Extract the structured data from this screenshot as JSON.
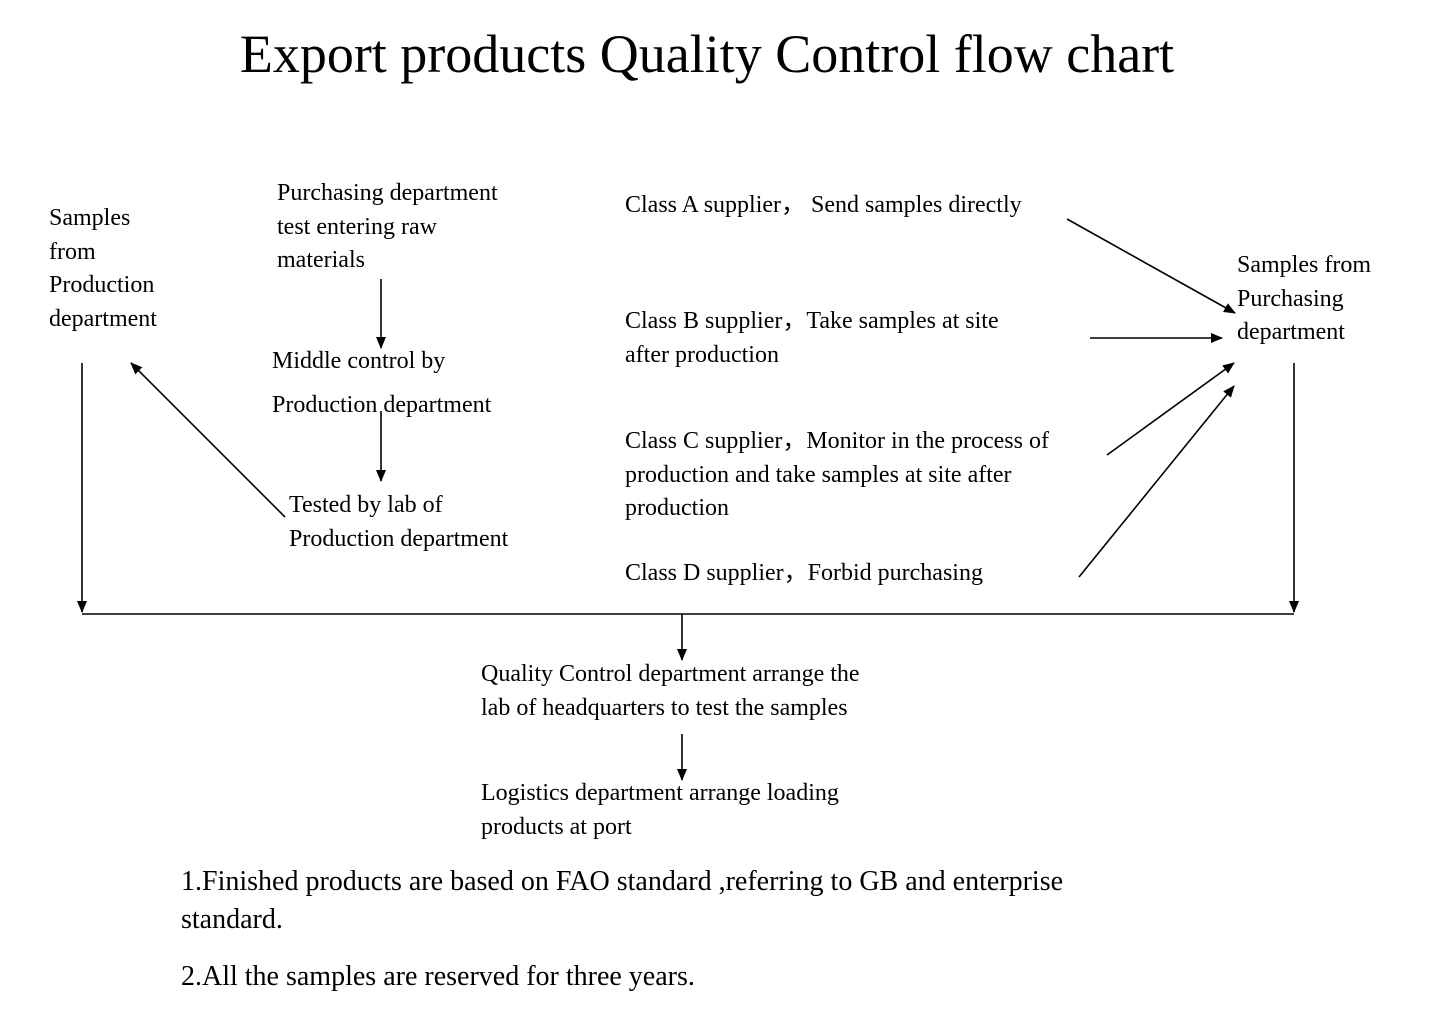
{
  "title": "Export products Quality Control flow chart",
  "nodes": {
    "samples_production": [
      "Samples",
      "from",
      "Production",
      "department"
    ],
    "purchasing_test": [
      "Purchasing department",
      "test entering raw",
      "materials"
    ],
    "middle_control": [
      "Middle control by",
      "Production department"
    ],
    "lab_production": [
      "Tested by lab of",
      "Production department"
    ],
    "class_a": [
      "Class A supplier， Send samples directly"
    ],
    "class_b": [
      "Class B supplier，Take samples at site",
      "after production"
    ],
    "class_c": [
      "Class C supplier，Monitor in the process of",
      "production and take samples at site after",
      "production"
    ],
    "class_d": [
      "Class D supplier，Forbid purchasing"
    ],
    "samples_purchasing": [
      "Samples from",
      "Purchasing",
      "department"
    ],
    "qc_department": [
      "Quality Control department arrange the",
      "lab of headquarters  to test the samples"
    ],
    "logistics": [
      "Logistics department arrange loading",
      "products at port"
    ]
  },
  "notes": [
    "1.Finished products are based on FAO standard ,referring to GB and enterprise",
    "standard.",
    "2.All the samples are reserved for three years."
  ]
}
